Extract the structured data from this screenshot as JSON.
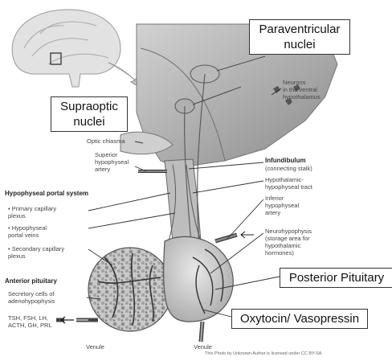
{
  "callouts": {
    "paraventricular": "Paraventricular\nnuclei",
    "supraoptic": "Supraoptic\nnuclei",
    "posterior_pituitary": "Posterior Pituitary",
    "oxytocin": "Oxytocin/ Vasopressin"
  },
  "labels": {
    "neurons_ventral": "Neurons\nin the ventral\nhypothalamus",
    "optic_chiasma": "Optic chiasma",
    "superior_artery": "Superior\nhypophyseal\nartery",
    "infundibulum": "Infundibulum",
    "connecting_stalk": "(connecting stalk)",
    "hypothalamic_tract": "Hypothalamic-\nhypophyseal tract",
    "portal_system": "Hypophyseal portal system",
    "primary_plexus": "• Primary capillary\n  plexus",
    "portal_veins": "• Hypophyseal\n  portal veins",
    "secondary_plexus": "• Secondary capillary\n  plexus",
    "inferior_artery": "Inferior\nhypophyseal\nartery",
    "neurohypophysis": "Neurohypophysis\n(storage area for\nhypothalamic\nhormones)",
    "anterior_pituitary": "Anterior pituitary",
    "secretory_cells": "Secretory cells of\nadenohypophysis",
    "hormones": "TSH, FSH, LH,\nACTH, GH, PRL",
    "venule_left": "Venule",
    "venule_right": "Venule"
  },
  "credit": "This Photo by Unknown Author is licensed under CC BY-SA"
}
